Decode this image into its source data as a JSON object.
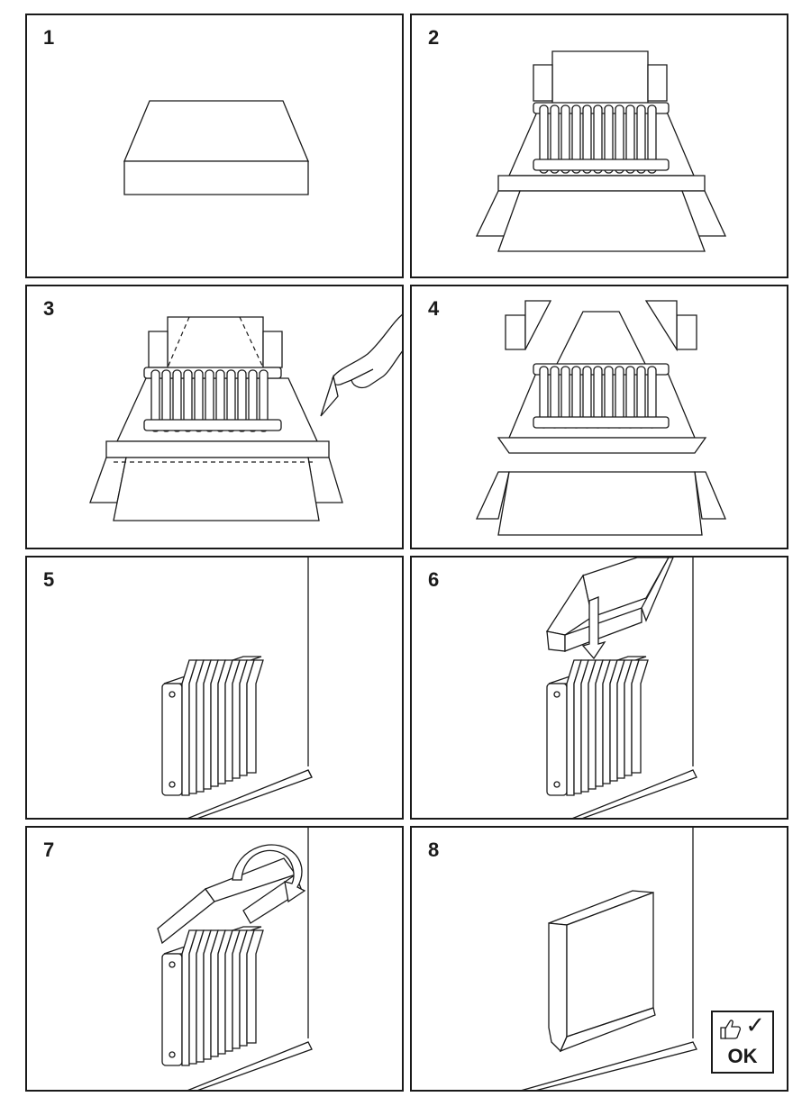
{
  "steps": [
    {
      "number": "1",
      "scene": "closed box"
    },
    {
      "number": "2",
      "scene": "opened box with radiator"
    },
    {
      "number": "3",
      "scene": "cut cardboard along dashed lines"
    },
    {
      "number": "4",
      "scene": "separated cardboard pieces"
    },
    {
      "number": "5",
      "scene": "radiator mounted on wall"
    },
    {
      "number": "6",
      "scene": "placing protective cover"
    },
    {
      "number": "7",
      "scene": "folding cover over radiator"
    },
    {
      "number": "8",
      "scene": "covered radiator"
    }
  ],
  "ok_badge": {
    "label": "OK",
    "check": "✓",
    "icon": "thumbs-up-icon"
  },
  "colors": {
    "ink": "#1a1a1a",
    "background": "#ffffff"
  }
}
